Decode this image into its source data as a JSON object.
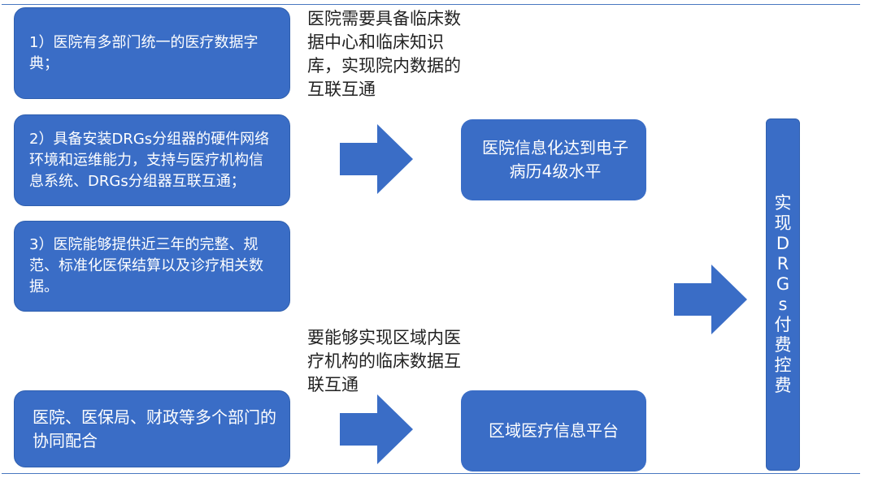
{
  "requirements": [
    "1）医院有多部门统一的医疗数据字典；",
    "2）具备安装DRGs分组器的硬件网络环境和运维能力，支持与医疗机构信息系统、DRGs分组器互联互通；",
    "3）医院能够提供近三年的完整、规范、标准化医保结算以及诊疗相关数据。"
  ],
  "collaboration": "医院、医保局、财政等多个部门的协同配合",
  "note_top": "医院需要具备临床数据中心和临床知识库，实现院内数据的互联互通",
  "note_bottom": "要能够实现区域内医疗机构的临床数据互联互通",
  "outcome_top": "医院信息化达到电子病历4级水平",
  "outcome_bottom": "区域医疗信息平台",
  "goal_chars": [
    "实",
    "现",
    "D",
    "R",
    "G",
    "s",
    "付",
    "费",
    "控",
    "费"
  ],
  "colors": {
    "box": "#3a6dc6",
    "arrow": "#3a6dc6",
    "rule": "#4a78c0"
  }
}
